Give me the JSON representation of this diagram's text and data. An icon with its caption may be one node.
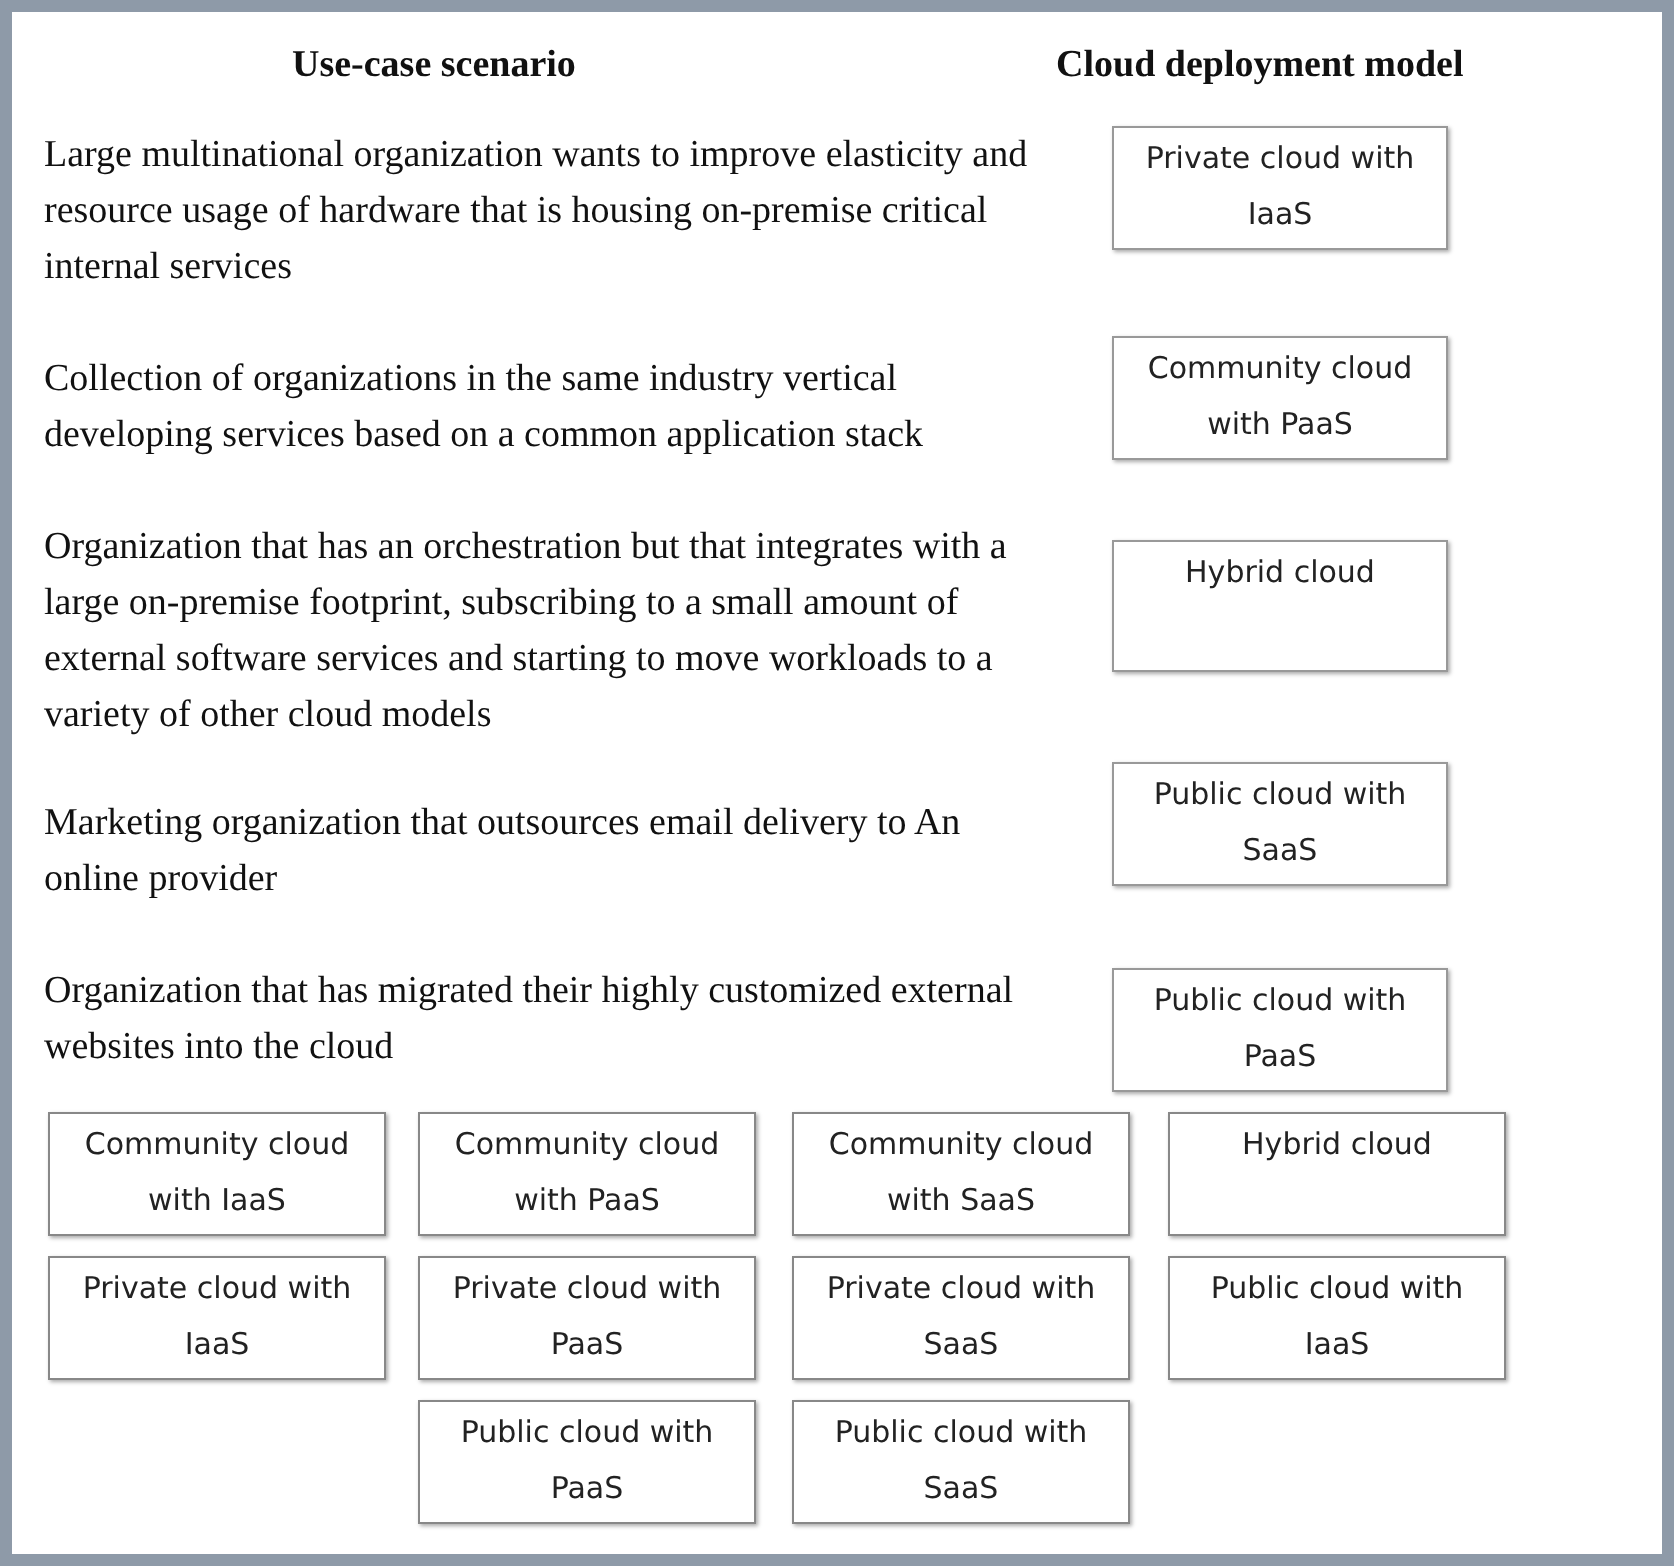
{
  "diagram": {
    "nodes": [
      {
        "text": [
          "Private cloud with IaaS"
        ]
      },
      {
        "text": [
          "Community cloud with PaaS"
        ]
      },
      {
        "text": [
          "Hybrid cloud"
        ]
      },
      {
        "text": [
          "Public cloud with SaaS"
        ]
      },
      {
        "text": [
          "Public cloud with PaaS"
        ]
      },
      {
        "text": [
          "Community cloud with IaaS"
        ]
      },
      {
        "text": [
          "Community cloud with PaaS"
        ]
      },
      {
        "text": [
          "Community cloud with SaaS"
        ]
      },
      {
        "text": [
          "Hybrid cloud"
        ]
      },
      {
        "text": [
          "Private cloud with IaaS"
        ]
      },
      {
        "text": [
          "Private cloud with PaaS"
        ]
      },
      {
        "text": [
          "Private cloud with SaaS"
        ]
      },
      {
        "text": [
          "Public cloud with IaaS"
        ]
      },
      {
        "text": [
          "Public cloud with PaaS"
        ]
      },
      {
        "text": [
          "Public cloud with SaaS"
        ]
      }
    ],
    "edges": [],
    "labels": [
      "Use-case scenario",
      "Cloud deployment model",
      "Large multinational organization wants to improve elasticity and resource usage of hardware that is housing on-premise critical internal services",
      "Collection of organizations in the same industry vertical developing services based on a common application stack",
      "Organization that has an orchestration but that integrates with a large on-premise footprint, subscribing to a small amount of external software services and starting to move workloads to a variety of other cloud models",
      "Marketing organization that outsources email delivery to An online provider",
      "Organization that has migrated their highly customized external websites into the cloud"
    ]
  }
}
